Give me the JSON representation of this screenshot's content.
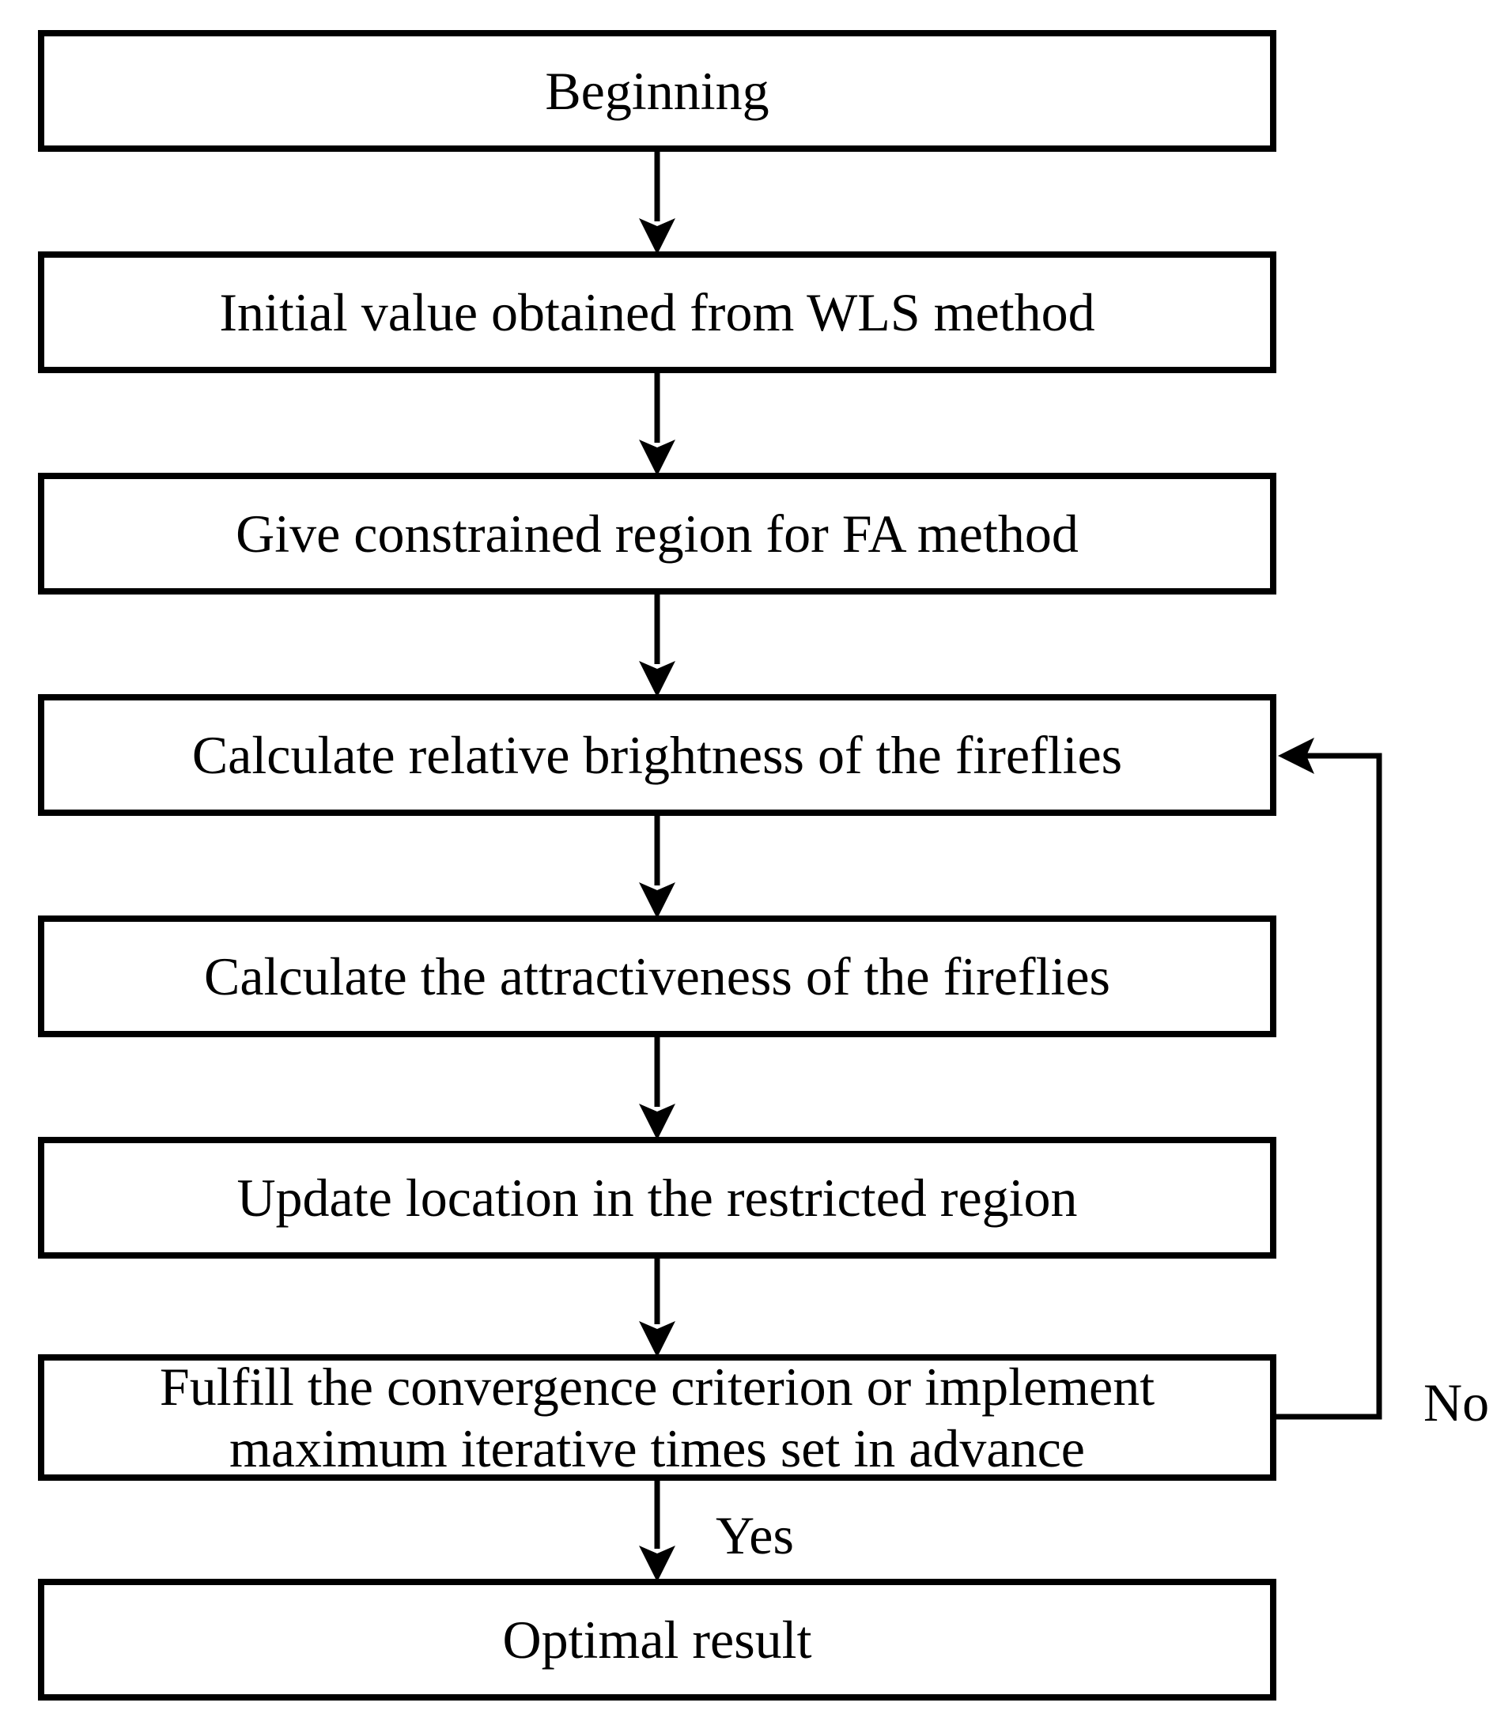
{
  "flowchart": {
    "nodes": [
      {
        "label": "Beginning"
      },
      {
        "label": "Initial value obtained from WLS method"
      },
      {
        "label": "Give constrained region for FA method"
      },
      {
        "label": "Calculate relative brightness of the fireflies"
      },
      {
        "label": "Calculate the attractiveness of the fireflies"
      },
      {
        "label": "Update location in the restricted region"
      },
      {
        "label": "Fulfill the convergence criterion or implement\nmaximum iterative times set in advance"
      },
      {
        "label": "Optimal result"
      }
    ],
    "edge_labels": {
      "yes": "Yes",
      "no": "No"
    },
    "colors": {
      "line": "#000000",
      "background": "#ffffff"
    }
  }
}
